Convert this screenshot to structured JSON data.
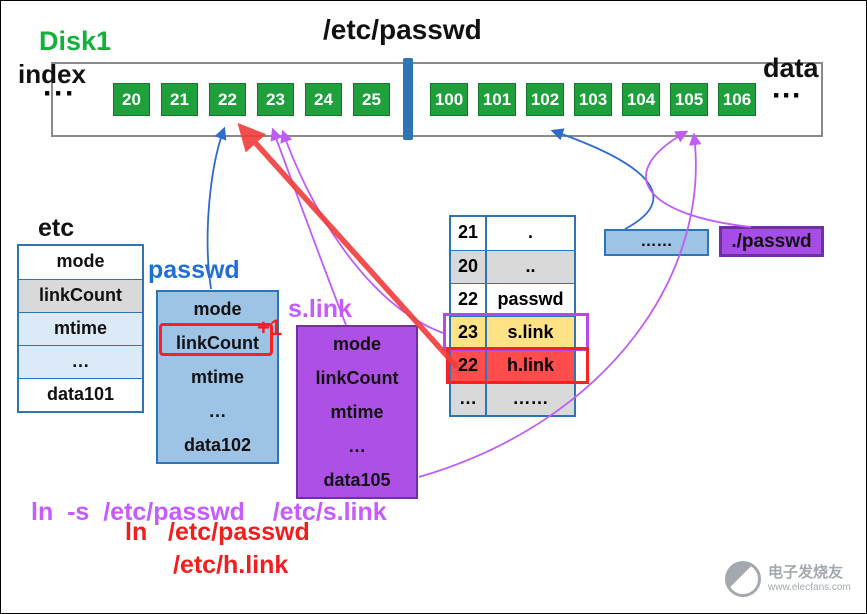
{
  "title": "/etc/passwd",
  "disk": {
    "label": "Disk1",
    "index_label": "index",
    "index_ellipsis": "···",
    "data_label": "data",
    "data_ellipsis": "···",
    "index_blocks": [
      "20",
      "21",
      "22",
      "23",
      "24",
      "25"
    ],
    "data_blocks": [
      "100",
      "101",
      "102",
      "103",
      "104",
      "105",
      "106"
    ]
  },
  "inode_tables": {
    "etc": {
      "label": "etc",
      "rows": [
        "mode",
        "linkCount",
        "mtime",
        "…",
        "data101"
      ]
    },
    "passwd": {
      "label": "passwd",
      "rows": [
        "mode",
        "linkCount",
        "mtime",
        "…",
        "data102"
      ],
      "annotation": "+1"
    },
    "slink": {
      "label": "s.link",
      "rows": [
        "mode",
        "linkCount",
        "mtime",
        "…",
        "data105"
      ]
    }
  },
  "directory_table": {
    "rows": [
      {
        "inode": "21",
        "name": "."
      },
      {
        "inode": "20",
        "name": ".."
      },
      {
        "inode": "22",
        "name": "passwd"
      },
      {
        "inode": "23",
        "name": "s.link"
      },
      {
        "inode": "22",
        "name": "h.link"
      },
      {
        "inode": "…",
        "name": "……"
      }
    ]
  },
  "content_boxes": {
    "passwd_content": "……",
    "slink_content": "./passwd"
  },
  "commands": {
    "symlink": "ln  -s  /etc/passwd    /etc/s.link",
    "hardlink_line1": "ln   /etc/passwd",
    "hardlink_line2": "/etc/h.link"
  },
  "watermark": {
    "name": "电子发烧友",
    "url": "www.elecfans.com"
  },
  "colors": {
    "block_green": "#1fa03c",
    "blue": "#2e75b6",
    "light_blue": "#9dc3e6",
    "purple": "#ae4fe6",
    "magenta": "#c65bff",
    "red": "#ff2020",
    "yellow": "#ffe285",
    "green_label": "#10b23a"
  }
}
